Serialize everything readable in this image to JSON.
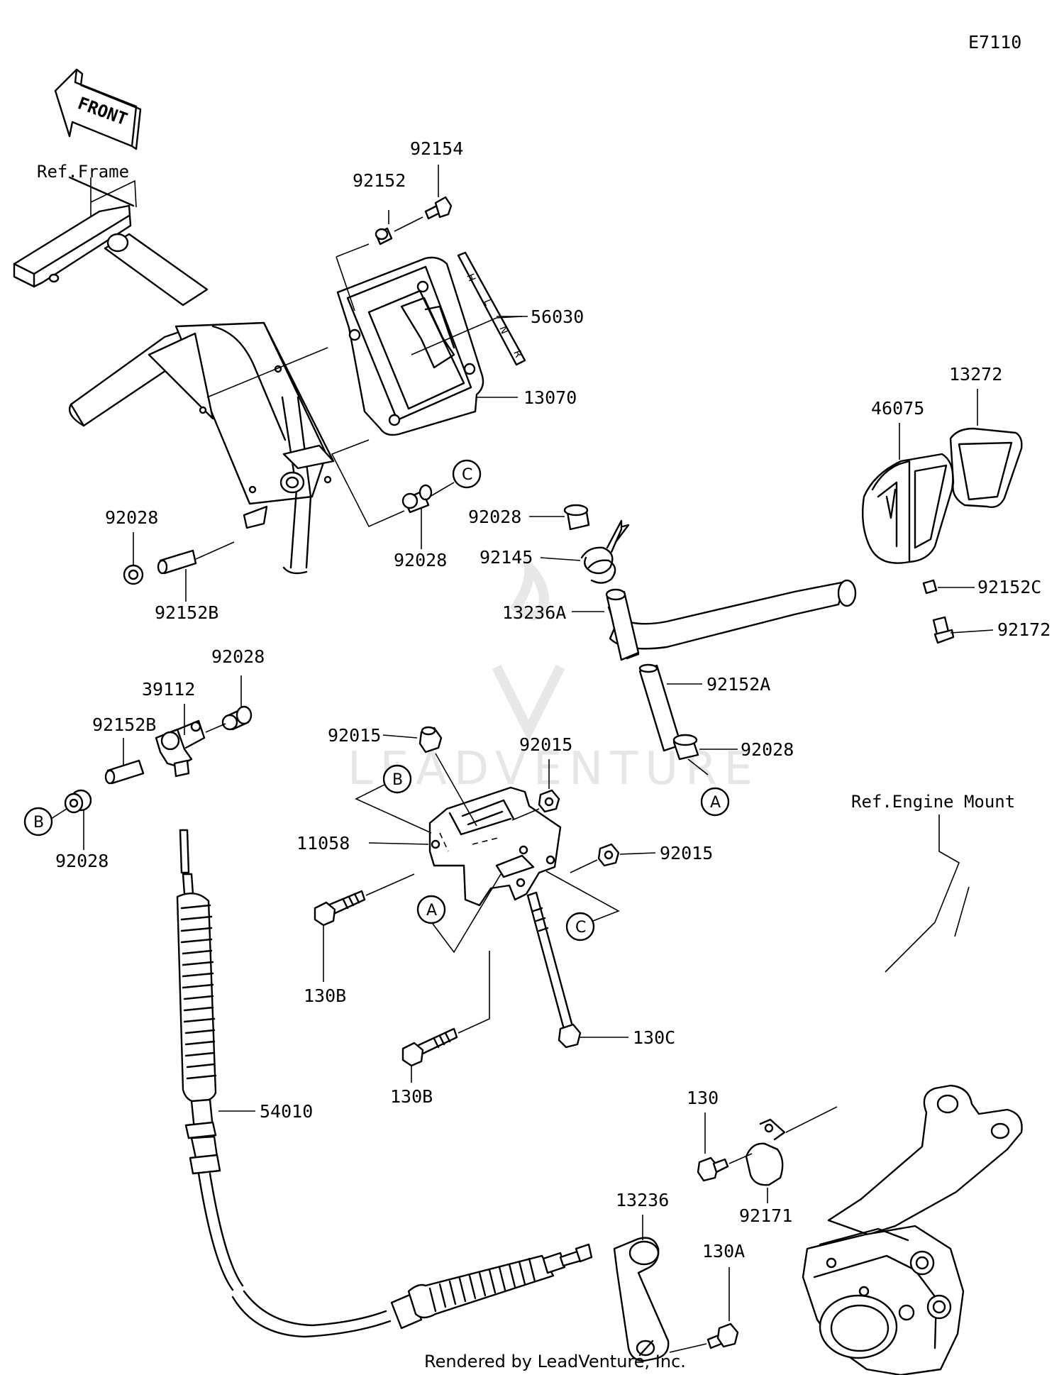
{
  "diagram_code": "E7110",
  "front_arrow_label": "FRONT",
  "footer": "Rendered by LeadVenture, Inc.",
  "watermark": "LEADVENTURE",
  "references": {
    "frame": "Ref.Frame",
    "engine_mount": "Ref.Engine Mount"
  },
  "gate_letters": [
    "H",
    "L",
    "N",
    "R"
  ],
  "callout_letters": {
    "a": "A",
    "b": "B",
    "c": "C"
  },
  "parts": {
    "p92154": "92154",
    "p92152": "92152",
    "p56030": "56030",
    "p13070": "13070",
    "p92028_a": "92028",
    "p92152b_a": "92152B",
    "p92028_b": "92028",
    "p92028_c": "92028",
    "p92145": "92145",
    "p13236a": "13236A",
    "p46075": "46075",
    "p13272": "13272",
    "p92152c": "92152C",
    "p92172": "92172",
    "p92152a": "92152A",
    "p92028_d": "92028",
    "p92028_e": "92028",
    "p39112": "39112",
    "p92152b_b": "92152B",
    "p92028_f": "92028",
    "p92015_a": "92015",
    "p92015_b": "92015",
    "p92015_c": "92015",
    "p11058": "11058",
    "p130b_a": "130B",
    "p130c": "130C",
    "p130b_b": "130B",
    "p54010": "54010",
    "p130": "130",
    "p92171": "92171",
    "p13236": "13236",
    "p130a": "130A"
  }
}
